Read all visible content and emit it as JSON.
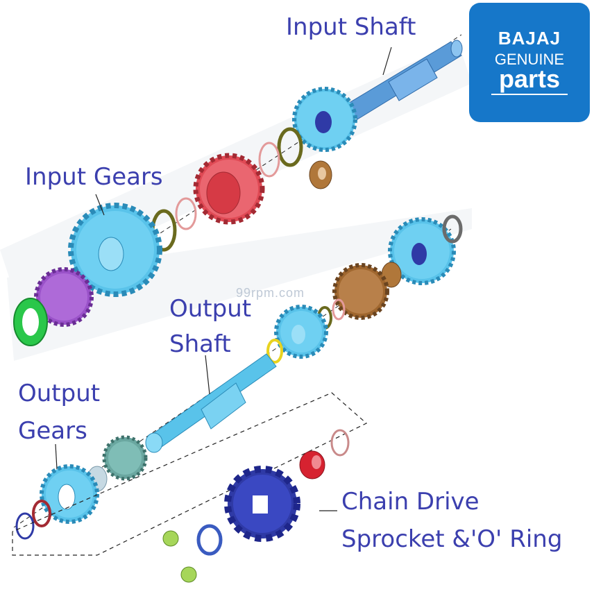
{
  "labels": {
    "input_shaft": "Input Shaft",
    "input_gears": "Input Gears",
    "output_shaft_line1": "Output",
    "output_shaft_line2": "Shaft",
    "output_gears_line1": "Output",
    "output_gears_line2": "Gears",
    "chain_line1": "Chain Drive",
    "chain_line2": "Sprocket &'O' Ring"
  },
  "logo": {
    "brand": "BAJAJ",
    "genuine": "GENUINE",
    "parts": "parts"
  },
  "watermark": "99rpm.com",
  "colors": {
    "label_text": "#3b3fae",
    "logo_bg": "#1677c9",
    "gear_blue": "#59c3ea",
    "gear_red": "#e04a55",
    "gear_purple": "#9a52c9",
    "gear_bronze": "#a0672f",
    "sprocket_navy": "#2f3aa6",
    "gear_teal": "#6aa7a0"
  }
}
